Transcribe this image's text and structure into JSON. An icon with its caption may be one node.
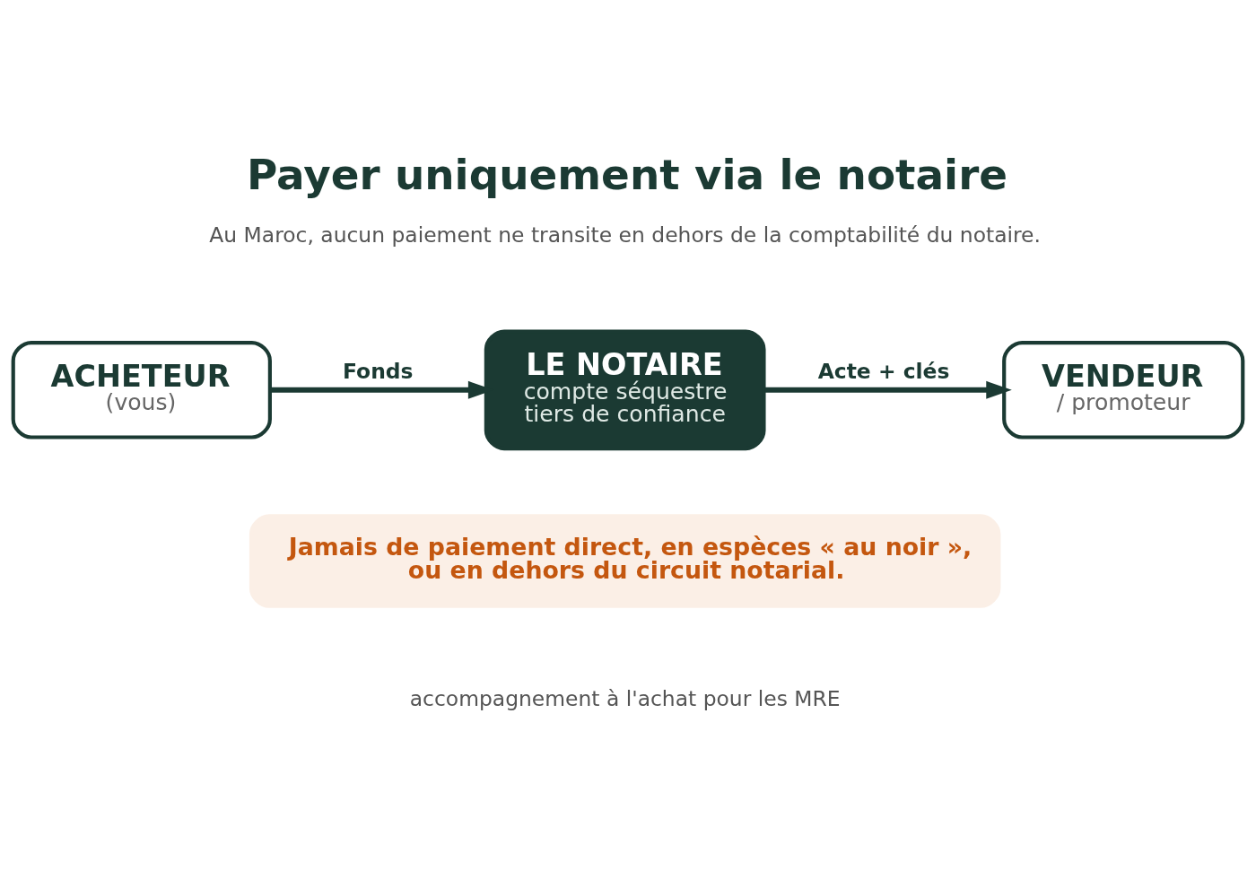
{
  "diagram": {
    "title": "Payer uniquement via le notaire",
    "nodes": [
      {
        "text": [
          "ACHETEUR",
          "(vous)"
        ]
      },
      {
        "text": [
          "LE NOTAIRE",
          "compte séquestre",
          "tiers de confiance"
        ]
      },
      {
        "text": [
          "VENDEUR",
          "/ promoteur"
        ]
      },
      {
        "text": [
          "Jamais de paiement direct, en espèces « au noir », ou en dehors du circuit notarial."
        ]
      }
    ],
    "edges": [
      {
        "from": 0,
        "to": 1,
        "arrow": "to",
        "label": "Fonds"
      },
      {
        "from": 1,
        "to": 2,
        "arrow": "to",
        "label": "Acte + clés"
      }
    ],
    "labels": [
      "Au Maroc, aucun paiement ne transite en dehors de la comptabilité du notaire.",
      "accompagnement à l'achat pour les MRE"
    ]
  }
}
